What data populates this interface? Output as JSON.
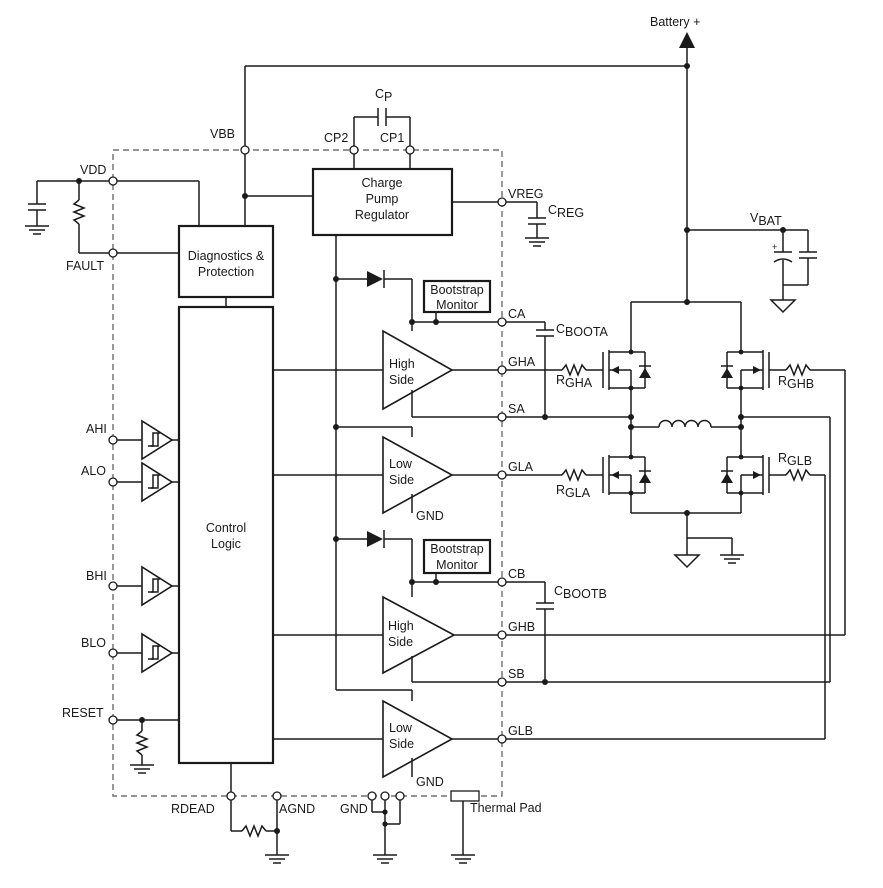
{
  "pins": {
    "battery": "Battery +",
    "vbb": "VBB",
    "vdd": "VDD",
    "fault": "FAULT",
    "cp2": "CP2",
    "cp1": "CP1",
    "vreg": "VREG",
    "ca": "CA",
    "gha": "GHA",
    "sa": "SA",
    "gla": "GLA",
    "cb": "CB",
    "ghb": "GHB",
    "sb": "SB",
    "glb": "GLB",
    "ahi": "AHI",
    "alo": "ALO",
    "bhi": "BHI",
    "blo": "BLO",
    "reset": "RESET",
    "rdead": "RDEAD",
    "agnd": "AGND",
    "gnd": "GND",
    "gnd_driver": "GND",
    "thermal_pad": "Thermal Pad"
  },
  "blocks": {
    "charge_pump": [
      "Charge",
      "Pump",
      "Regulator"
    ],
    "diagnostics": [
      "Diagnostics &",
      "Protection"
    ],
    "control_logic": [
      "Control",
      "Logic"
    ],
    "bootstrap_monitor": [
      "Bootstrap",
      "Monitor"
    ],
    "high_side": [
      "High",
      "Side"
    ],
    "low_side": [
      "Low",
      "Side"
    ]
  },
  "components": {
    "cp": {
      "base": "C",
      "sub": "P"
    },
    "creg": {
      "base": "C",
      "sub": "REG"
    },
    "cboota": {
      "base": "C",
      "sub": "BOOTA"
    },
    "cbootb": {
      "base": "C",
      "sub": "BOOTB"
    },
    "rgha": {
      "base": "R",
      "sub": "GHA"
    },
    "rghb": {
      "base": "R",
      "sub": "GHB"
    },
    "rgla": {
      "base": "R",
      "sub": "GLA"
    },
    "rglb": {
      "base": "R",
      "sub": "GLB"
    },
    "vbat": {
      "base": "V",
      "sub": "BAT"
    }
  }
}
